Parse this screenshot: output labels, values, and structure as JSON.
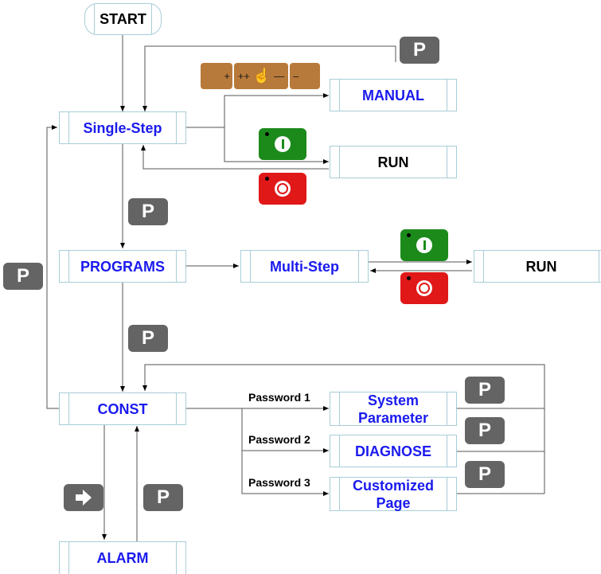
{
  "nodes": {
    "start": "START",
    "single_step": "Single-Step",
    "manual": "MANUAL",
    "run_top": "RUN",
    "programs": "PROGRAMS",
    "multi_step": "Multi-Step",
    "run_right": "RUN",
    "const": "CONST",
    "system_parameter": "System\nParameter",
    "diagnose": "DIAGNOSE",
    "customized_page": "Customized\nPage",
    "alarm": "ALARM"
  },
  "labels": {
    "password1": "Password 1",
    "password2": "Password 2",
    "password3": "Password 3"
  },
  "p_button": "P",
  "keypad": {
    "keys": [
      "+",
      "++",
      "☝",
      "—",
      "–"
    ]
  },
  "colors": {
    "node_text_blue": "#1a1aee",
    "p_button": "#646464",
    "on_button": "#1b8a1b",
    "off_button": "#e01818",
    "keypad": "#b87a3a"
  },
  "icons": {
    "next": "arrow-right-icon",
    "on": "power-on-icon",
    "off": "power-off-icon",
    "manual": "hand-icon"
  }
}
